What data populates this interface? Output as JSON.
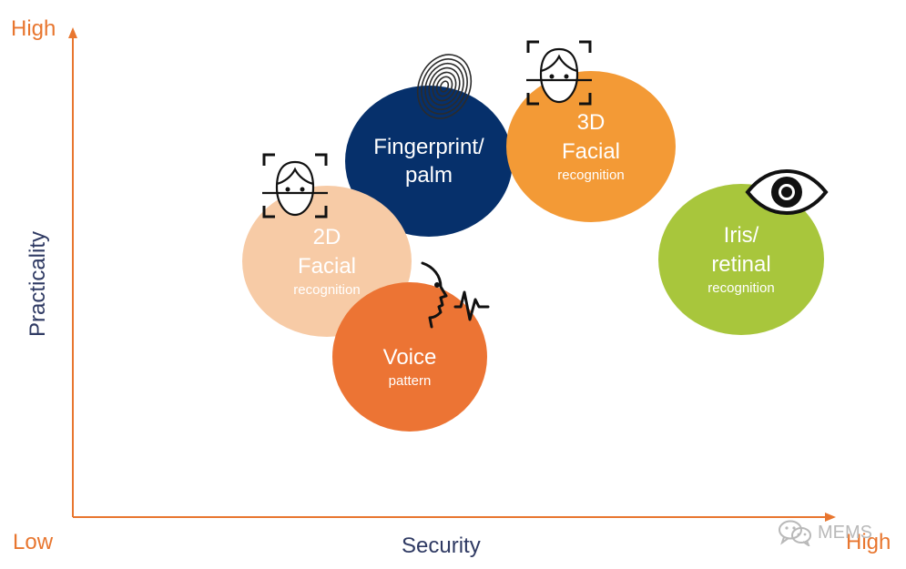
{
  "axes": {
    "y_high": "High",
    "y_title": "Practicality",
    "x_low": "Low",
    "x_title": "Security",
    "x_high": "High"
  },
  "colors": {
    "axis": "#e8762f",
    "navy_text": "#2f3a63",
    "fingerprint": "#06306b",
    "facial_3d": "#f39a36",
    "facial_2d": "#f7cba6",
    "voice": "#ec7434",
    "iris": "#a8c63c"
  },
  "bubbles": {
    "fingerprint": {
      "line1": "Fingerprint/",
      "line2": "palm",
      "icon": "fingerprint-icon"
    },
    "facial_3d": {
      "line1": "3D",
      "line2": "Facial",
      "sub": "recognition",
      "icon": "face-scan-icon"
    },
    "facial_2d": {
      "line1": "2D",
      "line2": "Facial",
      "sub": "recognition",
      "icon": "face-scan-icon"
    },
    "voice": {
      "line1": "Voice",
      "sub": "pattern",
      "icon": "speaking-head-icon"
    },
    "iris": {
      "line1": "Iris/",
      "line2": "retinal",
      "sub": "recognition",
      "icon": "eye-icon"
    }
  },
  "watermark": {
    "text": "MEMS",
    "icon": "wechat-icon"
  }
}
